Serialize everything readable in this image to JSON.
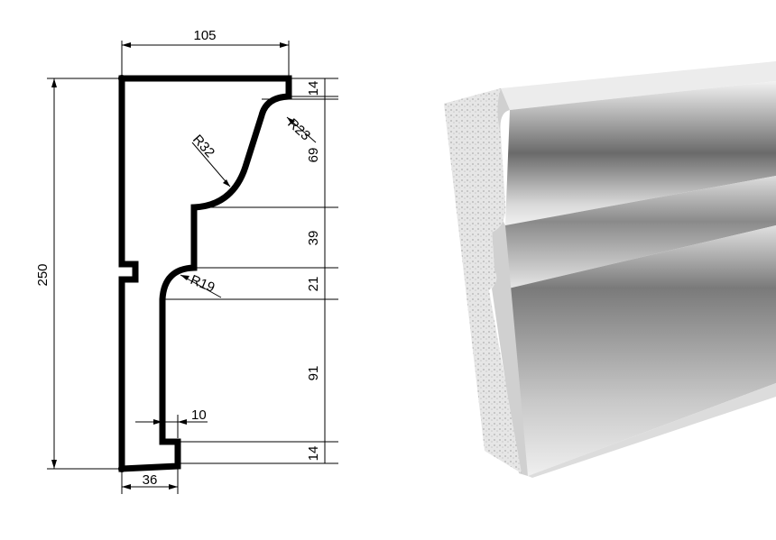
{
  "drawing": {
    "width_label": "105",
    "height_label": "250",
    "segments": [
      "14",
      "69",
      "39",
      "21",
      "91",
      "14"
    ],
    "radii": [
      "R23",
      "R32",
      "R19"
    ],
    "step_label": "10",
    "base_label": "36"
  }
}
